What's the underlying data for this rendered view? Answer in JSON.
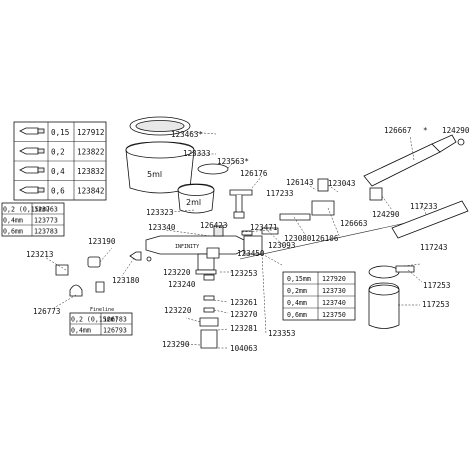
{
  "parts": [
    "123463*",
    "123333",
    "123563*",
    "126176",
    "123323",
    "126423",
    "123340",
    "123471",
    "123450",
    "123190",
    "123213",
    "123180",
    "123220",
    "123253",
    "123240",
    "126773",
    "123261",
    "123220",
    "123270",
    "123281",
    "123290",
    "104063",
    "123353",
    "123093",
    "123080",
    "117233",
    "126143",
    "126106",
    "123043",
    "126663",
    "124290",
    "126667",
    "124290",
    "117233",
    "117243",
    "117253",
    "117253"
  ],
  "nozzle_table": {
    "rows": [
      {
        "size": "0,15",
        "part": "127912"
      },
      {
        "size": "0,2",
        "part": "123822"
      },
      {
        "size": "0,4",
        "part": "123832"
      },
      {
        "size": "0,6",
        "part": "123842"
      }
    ]
  },
  "needle_table_left": {
    "rows": [
      {
        "size": "0,2 (0,15mm)",
        "part": "123763"
      },
      {
        "size": "0,4mm",
        "part": "123773"
      },
      {
        "size": "0,6mm",
        "part": "123783"
      }
    ]
  },
  "cap_table": {
    "rows": [
      {
        "size": "0,2 (0,15mm)",
        "part": "126783"
      },
      {
        "size": "0,4mm",
        "part": "126793"
      }
    ]
  },
  "needle_table_right": {
    "rows": [
      {
        "size": "0,15mm",
        "part": "127920"
      },
      {
        "size": "0,2mm",
        "part": "123730"
      },
      {
        "size": "0,4mm",
        "part": "123740"
      },
      {
        "size": "0,6mm",
        "part": "123750"
      }
    ]
  },
  "labels": {
    "cup_5ml": "5ml",
    "cup_2ml": "2ml",
    "brand": "INFINITY",
    "fineline": "Fineline",
    "asterisk": "*"
  }
}
